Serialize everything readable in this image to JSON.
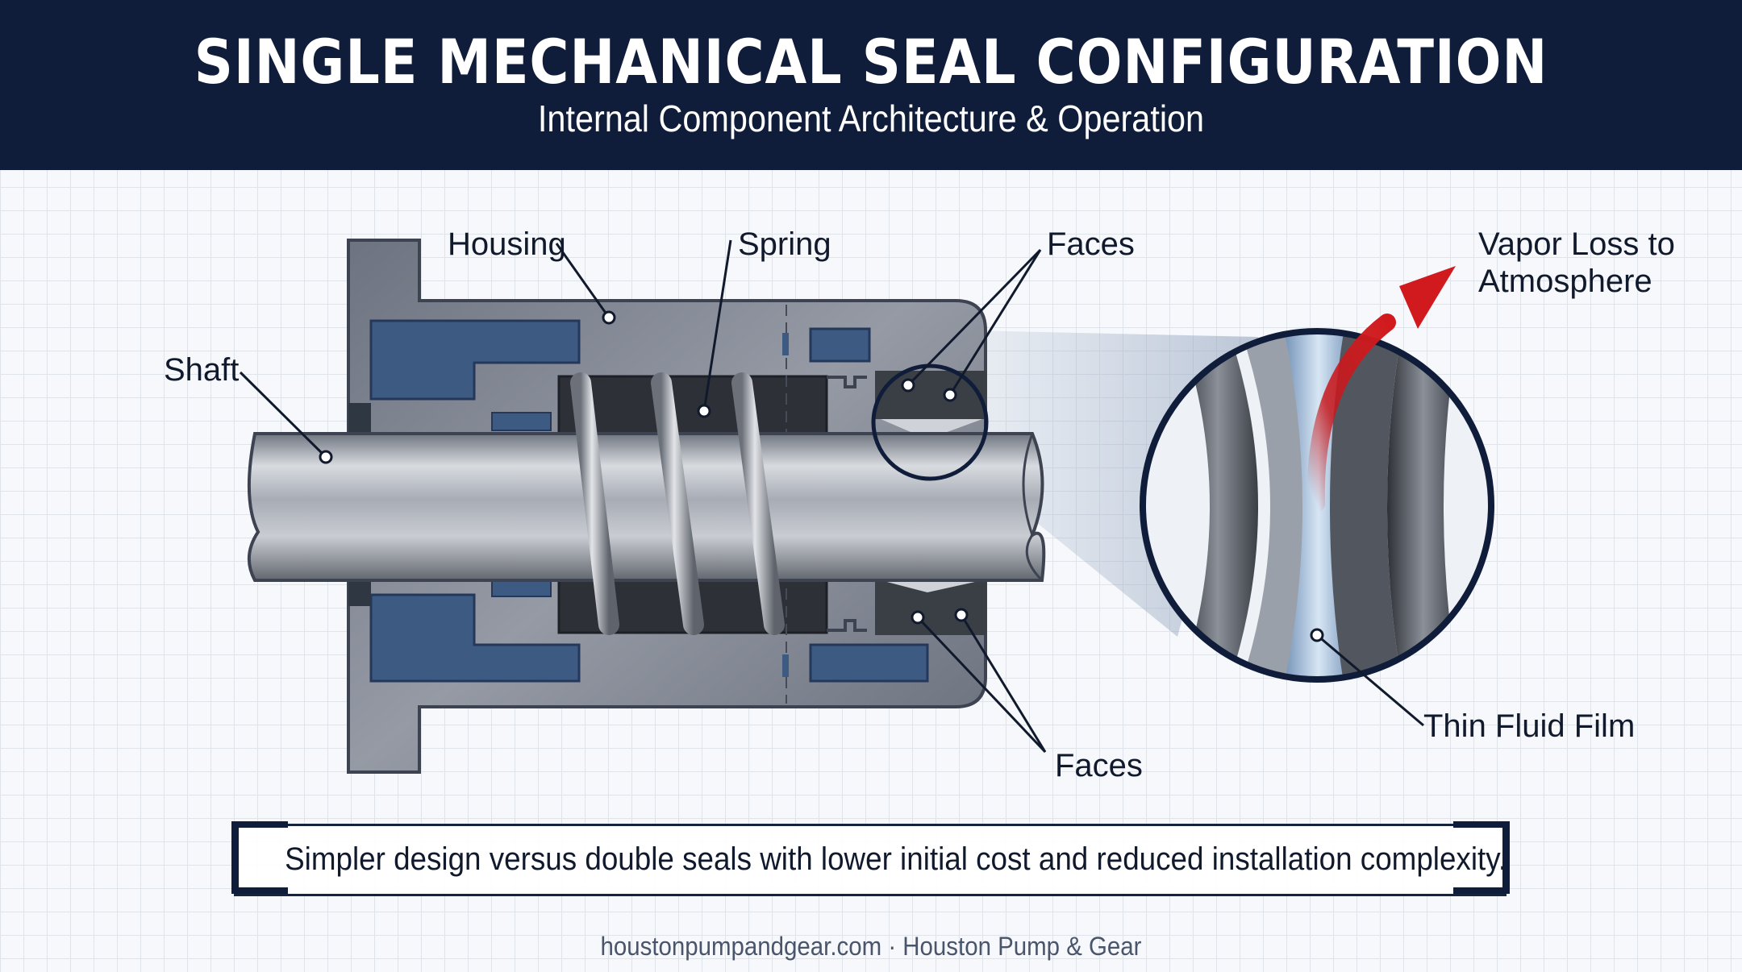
{
  "header": {
    "title": "SINGLE MECHANICAL SEAL CONFIGURATION",
    "subtitle": "Internal Component Architecture & Operation"
  },
  "labels": {
    "housing": "Housing",
    "spring": "Spring",
    "faces_top": "Faces",
    "faces_bottom": "Faces",
    "shaft": "Shaft",
    "vapor_line1": "Vapor Loss to",
    "vapor_line2": "Atmosphere",
    "thin_film": "Thin Fluid Film"
  },
  "note": "Simpler design versus double seals with lower initial cost and reduced installation complexity.",
  "footer": "houstonpumpandgear.com · Houston Pump & Gear",
  "colors": {
    "header_bg": "#101d3a",
    "housing_metal": "#7f8592",
    "chamber_blue": "#3c5a82",
    "vapor_arrow": "#c8181c",
    "fluid_film": "#a9c4e0"
  }
}
